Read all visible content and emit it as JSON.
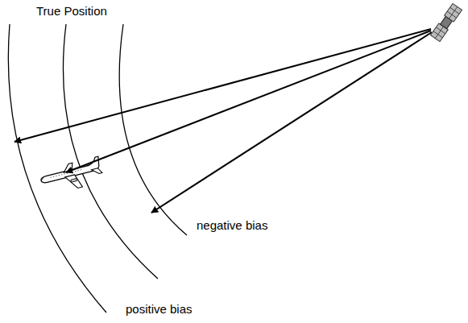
{
  "diagram": {
    "labels": [
      "True Position",
      "negative bias",
      "positive bias"
    ]
  }
}
